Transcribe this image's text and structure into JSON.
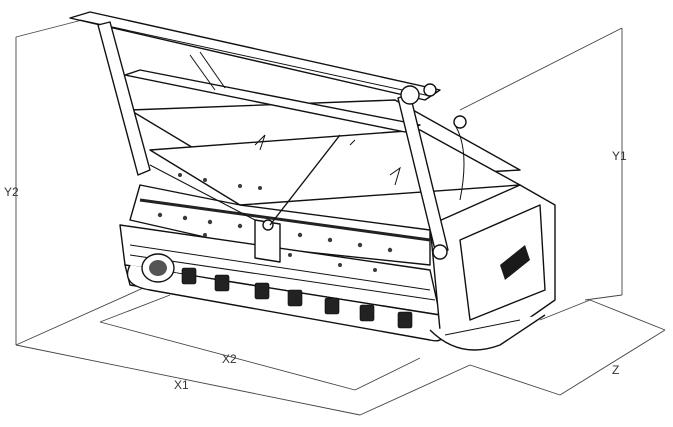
{
  "dimension_labels": {
    "x1": "X1",
    "x2": "X2",
    "y1": "Y1",
    "y2": "Y2",
    "z": "Z"
  },
  "colors": {
    "line": "#111111",
    "dimension": "#444444",
    "background": "#ffffff"
  }
}
